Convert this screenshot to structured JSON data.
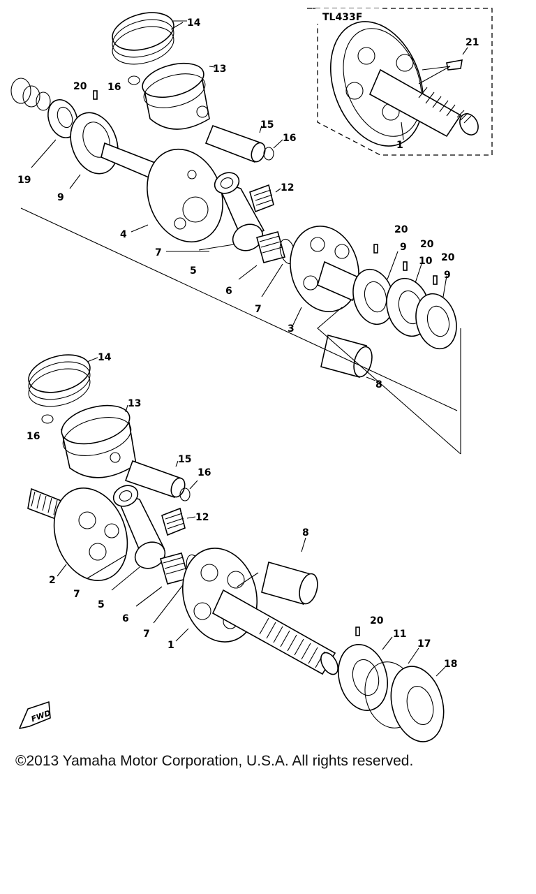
{
  "callouts": {
    "inset_code": "TL433F",
    "c1": "1",
    "c2": "2",
    "c3": "3",
    "c4": "4",
    "c5": "5",
    "c6": "6",
    "c7": "7",
    "c8": "8",
    "c9": "9",
    "c10": "10",
    "c11": "11",
    "c12": "12",
    "c13": "13",
    "c14": "14",
    "c15": "15",
    "c16": "16",
    "c17": "17",
    "c18": "18",
    "c19": "19",
    "c20": "20",
    "c21": "21"
  },
  "fwd_label": "FWD",
  "copyright": "©2013 Yamaha Motor Corporation, U.S.A. All rights reserved."
}
